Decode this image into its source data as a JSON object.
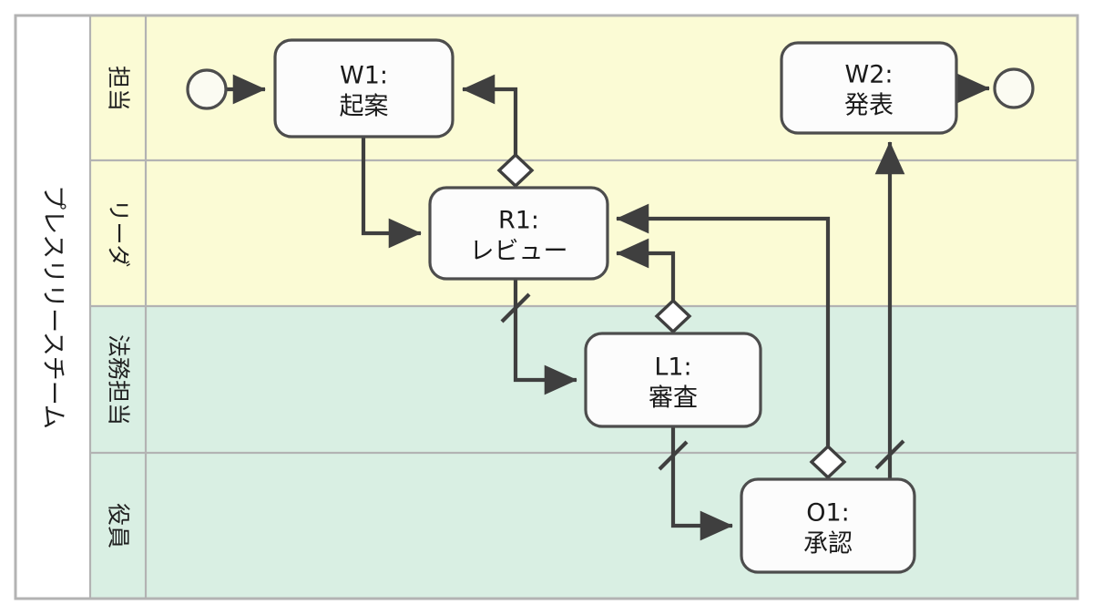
{
  "diagram": {
    "type": "bpmn-swimlane",
    "title": "",
    "pool": {
      "label": "プレスリリースチーム",
      "border_color": "#b3b3b3",
      "background": "#ffffff"
    },
    "lanes": [
      {
        "id": "lane-tanto",
        "label": "担当",
        "fill": "#fbfbd5",
        "border": "#b3b3b3"
      },
      {
        "id": "lane-leader",
        "label": "リーダ",
        "fill": "#fbfbd5",
        "border": "#b3b3b3"
      },
      {
        "id": "lane-legal",
        "label": "法務担当",
        "fill": "#d9efe3",
        "border": "#b3b3b3"
      },
      {
        "id": "lane-officer",
        "label": "役員",
        "fill": "#d9efe3",
        "border": "#b3b3b3"
      }
    ],
    "nodes": [
      {
        "id": "start",
        "kind": "start-event",
        "label": ""
      },
      {
        "id": "w1",
        "kind": "task",
        "code": "W1:",
        "name": "起案",
        "lane": "lane-tanto"
      },
      {
        "id": "r1",
        "kind": "task",
        "code": "R1:",
        "name": "レビュー",
        "lane": "lane-leader"
      },
      {
        "id": "l1",
        "kind": "task",
        "code": "L1:",
        "name": "審査",
        "lane": "lane-legal"
      },
      {
        "id": "o1",
        "kind": "task",
        "code": "O1:",
        "name": "承認",
        "lane": "lane-officer"
      },
      {
        "id": "w2",
        "kind": "task",
        "code": "W2:",
        "name": "発表",
        "lane": "lane-tanto"
      },
      {
        "id": "end",
        "kind": "end-event",
        "label": ""
      }
    ],
    "edges": [
      {
        "id": "e-start-w1",
        "from": "start",
        "to": "w1",
        "marker": "arrow"
      },
      {
        "id": "e-w1-r1",
        "from": "w1",
        "to": "r1",
        "marker": "arrow"
      },
      {
        "id": "e-r1-w1",
        "from": "r1",
        "to": "w1",
        "marker": "arrow",
        "decorator": "diamond"
      },
      {
        "id": "e-r1-l1",
        "from": "r1",
        "to": "l1",
        "marker": "arrow",
        "decorator": "slash"
      },
      {
        "id": "e-l1-r1",
        "from": "l1",
        "to": "r1",
        "marker": "arrow",
        "decorator": "diamond"
      },
      {
        "id": "e-l1-o1",
        "from": "l1",
        "to": "o1",
        "marker": "arrow",
        "decorator": "slash"
      },
      {
        "id": "e-o1-r1",
        "from": "o1",
        "to": "r1",
        "marker": "arrow",
        "decorator": "diamond"
      },
      {
        "id": "e-o1-w2",
        "from": "o1",
        "to": "w2",
        "marker": "arrow",
        "decorator": "slash"
      },
      {
        "id": "e-w2-end",
        "from": "w2",
        "to": "end",
        "marker": "arrow"
      }
    ],
    "style": {
      "task_fill": "#fcfcfc",
      "task_stroke": "#4d4d4d",
      "edge_stroke": "#3f3f3f",
      "event_fill": "#fbfbf2",
      "event_stroke": "#4d4d4d",
      "decorator_fill": "#ffffff"
    }
  }
}
